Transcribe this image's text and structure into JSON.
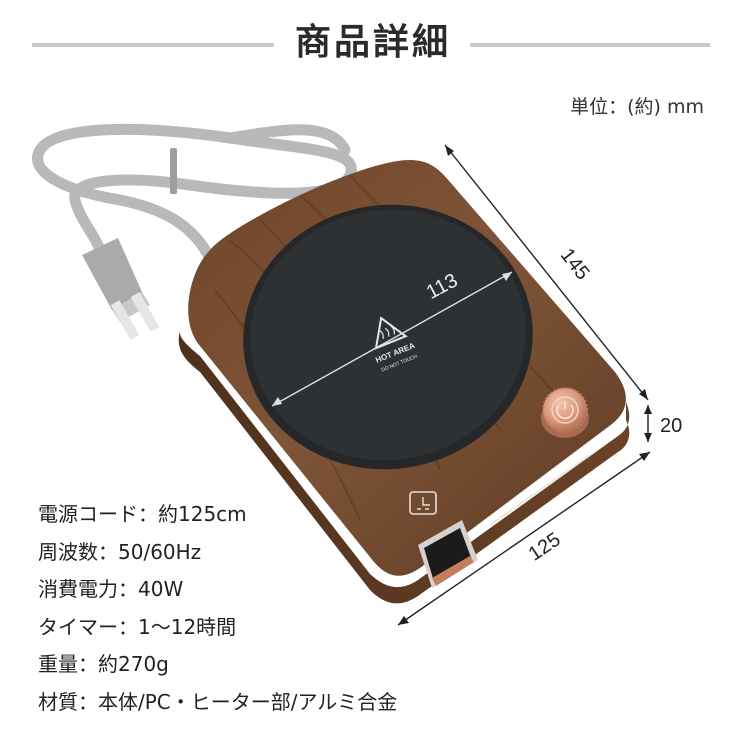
{
  "header": {
    "title": "商品詳細",
    "unit_note": "単位：(約) mm"
  },
  "product": {
    "label_text": "HOT AREA",
    "label_sub": "DO NOT TOUCH"
  },
  "dimensions": {
    "plate_diameter": "113",
    "depth": "145",
    "height": "20",
    "width": "125"
  },
  "specs": [
    {
      "label": "電源コード",
      "value": "約125cm"
    },
    {
      "label": "周波数",
      "value": "50/60Hz"
    },
    {
      "label": "消費電力",
      "value": "40W"
    },
    {
      "label": "タイマー",
      "value": "1〜12時間"
    },
    {
      "label": "重量",
      "value": "約270g"
    },
    {
      "label": "材質",
      "value": "本体/PC・ヒーター部/アルミ合金"
    }
  ],
  "colors": {
    "wood_dark": "#5a3a22",
    "wood_mid": "#7a5034",
    "plate": "#2e3133",
    "copper": "#d9967a",
    "cord": "#bdbdbd"
  }
}
